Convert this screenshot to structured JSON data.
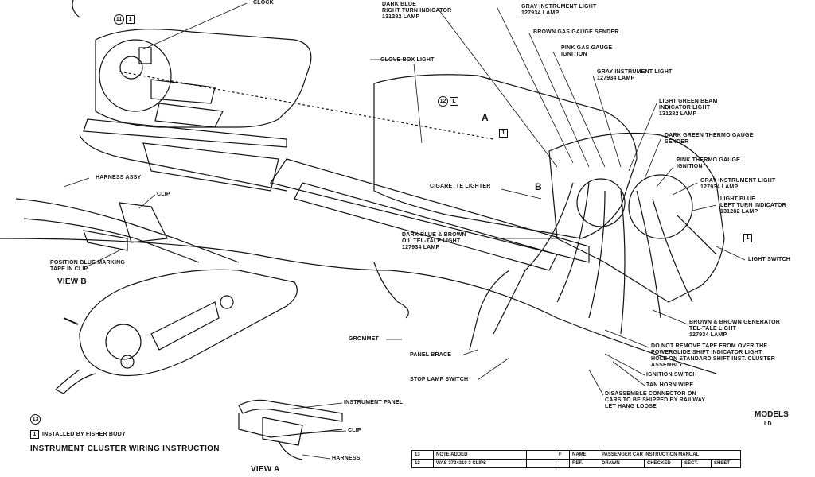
{
  "labels": {
    "clock": "CLOCK",
    "dark_blue_right_1": "DARK BLUE",
    "dark_blue_right_2": "RIGHT TURN INDICATOR",
    "dark_blue_right_3": "131282 LAMP",
    "gray_light_1a": "GRAY INSTRUMENT LIGHT",
    "gray_light_1b": "127934 LAMP",
    "brown_gas": "BROWN GAS GAUGE SENDER",
    "pink_gas_1": "PINK GAS GAUGE",
    "pink_gas_2": "IGNITION",
    "gray_light_2a": "GRAY INSTRUMENT LIGHT",
    "gray_light_2b": "127934 LAMP",
    "glove_box": "GLOVE BOX LIGHT",
    "light_green_1": "LIGHT GREEN BEAM",
    "light_green_2": "INDICATOR LIGHT",
    "light_green_3": "131282 LAMP",
    "dark_green_1": "DARK GREEN THERMO GAUGE",
    "dark_green_2": "SENDER",
    "pink_thermo_1": "PINK THERMO GAUGE",
    "pink_thermo_2": "IGNITION",
    "gray_light_3a": "GRAY INSTRUMENT LIGHT",
    "gray_light_3b": "127934 LAMP",
    "light_blue_1": "LIGHT BLUE",
    "light_blue_2": "LEFT TURN INDICATOR",
    "light_blue_3": "131282 LAMP",
    "light_switch": "LIGHT SWITCH",
    "harness_assy": "HARNESS ASSY",
    "clip_b": "CLIP",
    "cigarette": "CIGARETTE LIGHTER",
    "dark_blue_oil_1": "DARK BLUE & BROWN",
    "dark_blue_oil_2": "OIL TEL-TALE LIGHT",
    "dark_blue_oil_3": "127934 LAMP",
    "position_1": "POSITION BLUE MARKING",
    "position_2": "TAPE IN CLIP",
    "view_b": "VIEW B",
    "grommet": "GROMMET",
    "panel_brace": "PANEL BRACE",
    "stop_lamp": "STOP LAMP SWITCH",
    "brown_gen_1": "BROWN & BROWN GENERATOR",
    "brown_gen_2": "TEL-TALE LIGHT",
    "brown_gen_3": "127934 LAMP",
    "tape_1": "DO NOT REMOVE TAPE FROM OVER THE",
    "tape_2": "POWERGLIDE SHIFT INDICATOR LIGHT",
    "tape_3": "HOLE ON STANDARD SHIFT INST. CLUSTER",
    "tape_4": "ASSEMBLY",
    "ignition": "IGNITION SWITCH",
    "tan_horn": "TAN HORN WIRE",
    "disassemble_1": "DISASSEMBLE CONNECTOR ON",
    "disassemble_2": "CARS TO BE SHIPPED BY RAILWAY",
    "disassemble_3": "LET HANG LOOSE",
    "instrument_panel": "INSTRUMENT PANEL",
    "clip_a": "CLIP",
    "harness_a": "HARNESS",
    "view_a": "VIEW A",
    "models": "MODELS",
    "models_sub": "LD",
    "installed_note": "INSTALLED BY FISHER BODY",
    "title": "INSTRUMENT CLUSTER WIRING INSTRUCTION",
    "letter_a": "A",
    "letter_b": "B"
  },
  "callouts": {
    "c11": "11",
    "c12": "12",
    "c13": "13",
    "box1": "1",
    "box_l": "L"
  },
  "title_block": {
    "row13_num": "13",
    "row13_text": "NOTE ADDED",
    "row12_num": "12",
    "row12_text": "WAS 3724310 3 CLIPS",
    "col_f": "F",
    "name_label": "NAME",
    "name_value": "PASSENGER CAR INSTRUCTION MANUAL",
    "ref": "REF.",
    "drawn": "DRAWN",
    "checked": "CHECKED",
    "sect": "SECT.",
    "sheet": "SHEET"
  }
}
